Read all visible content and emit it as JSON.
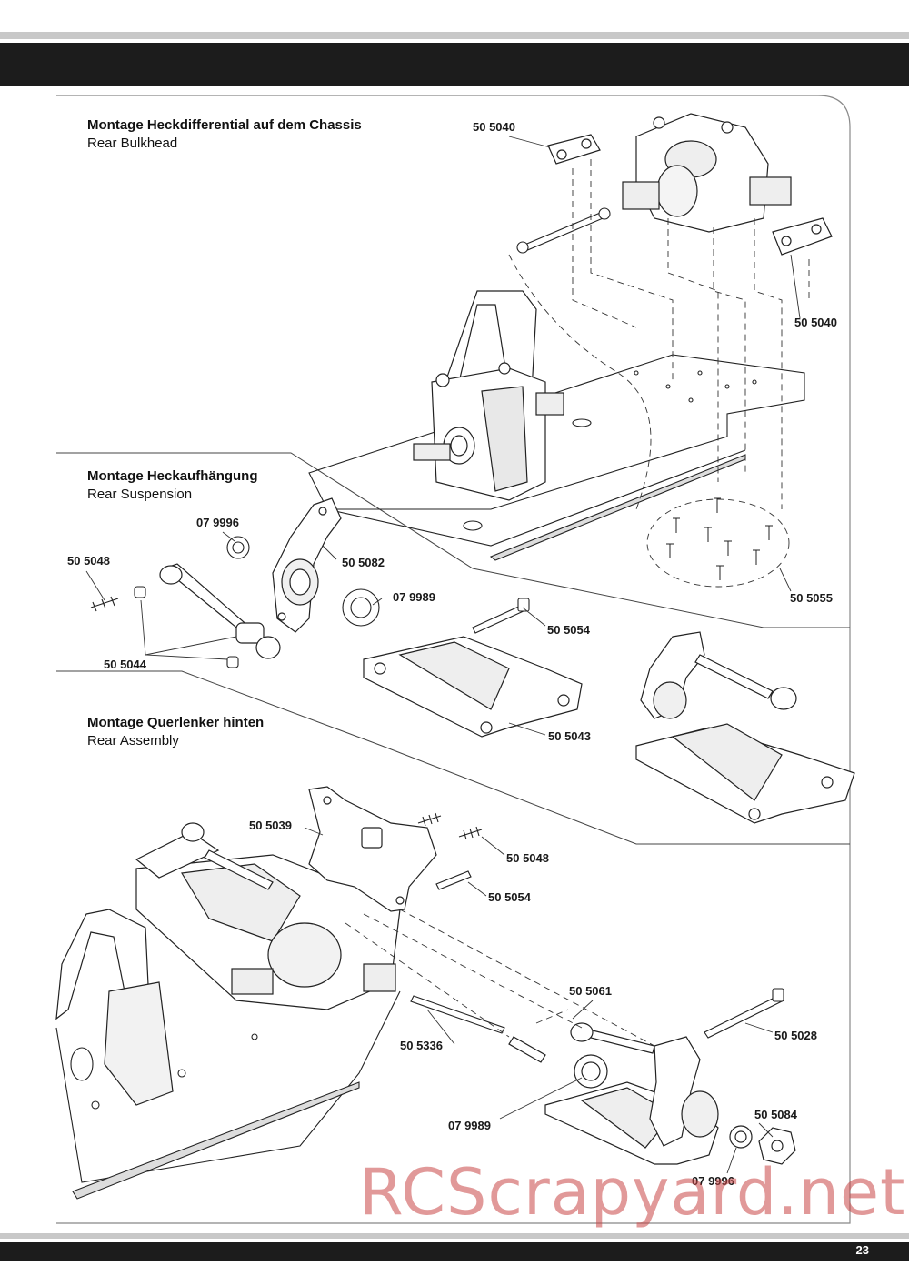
{
  "page_number": "23",
  "sections": {
    "bulkhead": {
      "title": "Montage Heckdifferential auf dem Chassis",
      "subtitle": "Rear Bulkhead"
    },
    "suspension": {
      "title": "Montage Heckaufhängung",
      "subtitle": "Rear Suspension"
    },
    "assembly": {
      "title": "Montage Querlenker hinten",
      "subtitle": "Rear Assembly"
    }
  },
  "parts": {
    "p505040a": "50 5040",
    "p505040b": "50 5040",
    "p505055": "50 5055",
    "p079996a": "07 9996",
    "p505048a": "50 5048",
    "p505082": "50 5082",
    "p079989a": "07 9989",
    "p505044": "50 5044",
    "p505054a": "50 5054",
    "p505043": "50 5043",
    "p505039": "50 5039",
    "p505048b": "50 5048",
    "p505054b": "50 5054",
    "p505061": "50 5061",
    "p505028": "50 5028",
    "p505336": "50 5336",
    "p079989b": "07 9989",
    "p505084": "50 5084",
    "p079996b": "07 9996"
  },
  "watermark": "RCScrapyard.net"
}
